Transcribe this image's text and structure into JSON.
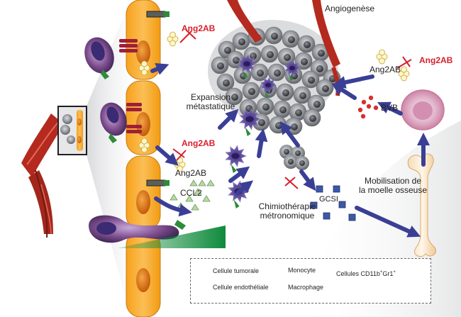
{
  "labels": {
    "angiogenesis": "Angiogenèse",
    "ang2ab_top": "Ang2AB",
    "ang2ab_mid": "Ang2AB",
    "ang2ab_right": "Ang2AB",
    "ang2ab_right_red": "Ang2AB",
    "ang2ab_lower": "Ang2AB",
    "ccl2": "CCL2",
    "expansion_line1": "Expansion",
    "expansion_line2": "métastatique",
    "bvb": "BVB",
    "gcsi": "GCSI",
    "chemo_line1": "Chimiothérapie",
    "chemo_line2": "métronomique",
    "mobil_line1": "Mobilisation de",
    "mobil_line2": "la moelle osseuse"
  },
  "legend": {
    "tumor_cell": "Cellule tumorale",
    "endothelial_cell": "Cellule endothéliale",
    "monocyte": "Monocyte",
    "macrophage": "Macrophage",
    "cd11b_prefix": "Cellules CD11b",
    "cd11b_sup1": "+",
    "cd11b_mid": "Gr1",
    "cd11b_sup2": "+"
  },
  "colors": {
    "inhibit": "#d81f2a",
    "arrow": "#3a3f95",
    "endothelial": "#f5a623",
    "nucleus": "#e07b1a",
    "vessel": "#b52a1e",
    "tumor": "#8a8d92",
    "macrophage": "#6b58a8",
    "green": "#2e8b3a"
  }
}
